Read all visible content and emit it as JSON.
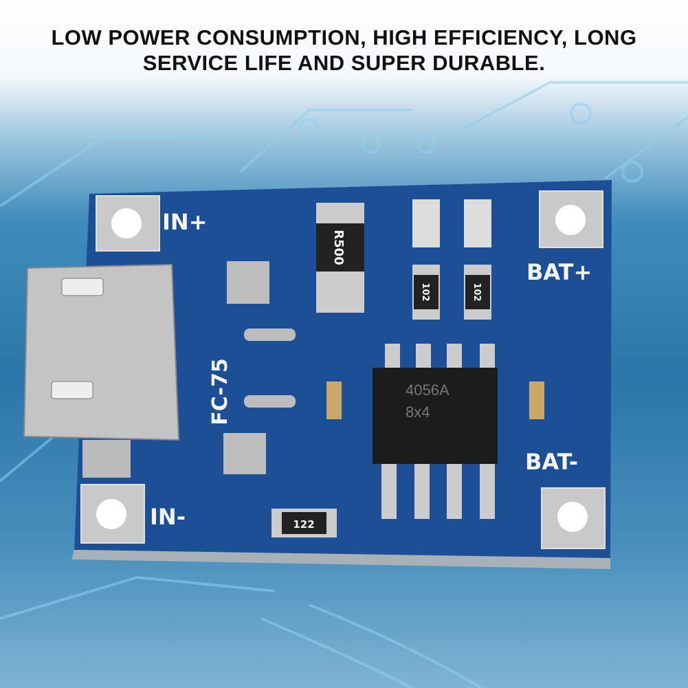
{
  "headline": {
    "line1": "LOW POWER CONSUMPTION, HIGH EFFICIENCY, LONG",
    "line2": "SERVICE LIFE AND SUPER DURABLE."
  },
  "board": {
    "labels": {
      "in_plus": "IN+",
      "in_minus": "IN-",
      "bat_plus": "BAT+",
      "bat_minus": "BAT-",
      "fc": "FC-75"
    },
    "resistor_main": "R500",
    "resistor_a": "102",
    "resistor_b": "102",
    "resistor_bottom": "122",
    "chip": {
      "line1": "4056A",
      "line2": "8x4"
    }
  },
  "colors": {
    "pcb": "#1d4f96",
    "silk": "#f2f4f6",
    "pad": "#c9c9c9"
  }
}
